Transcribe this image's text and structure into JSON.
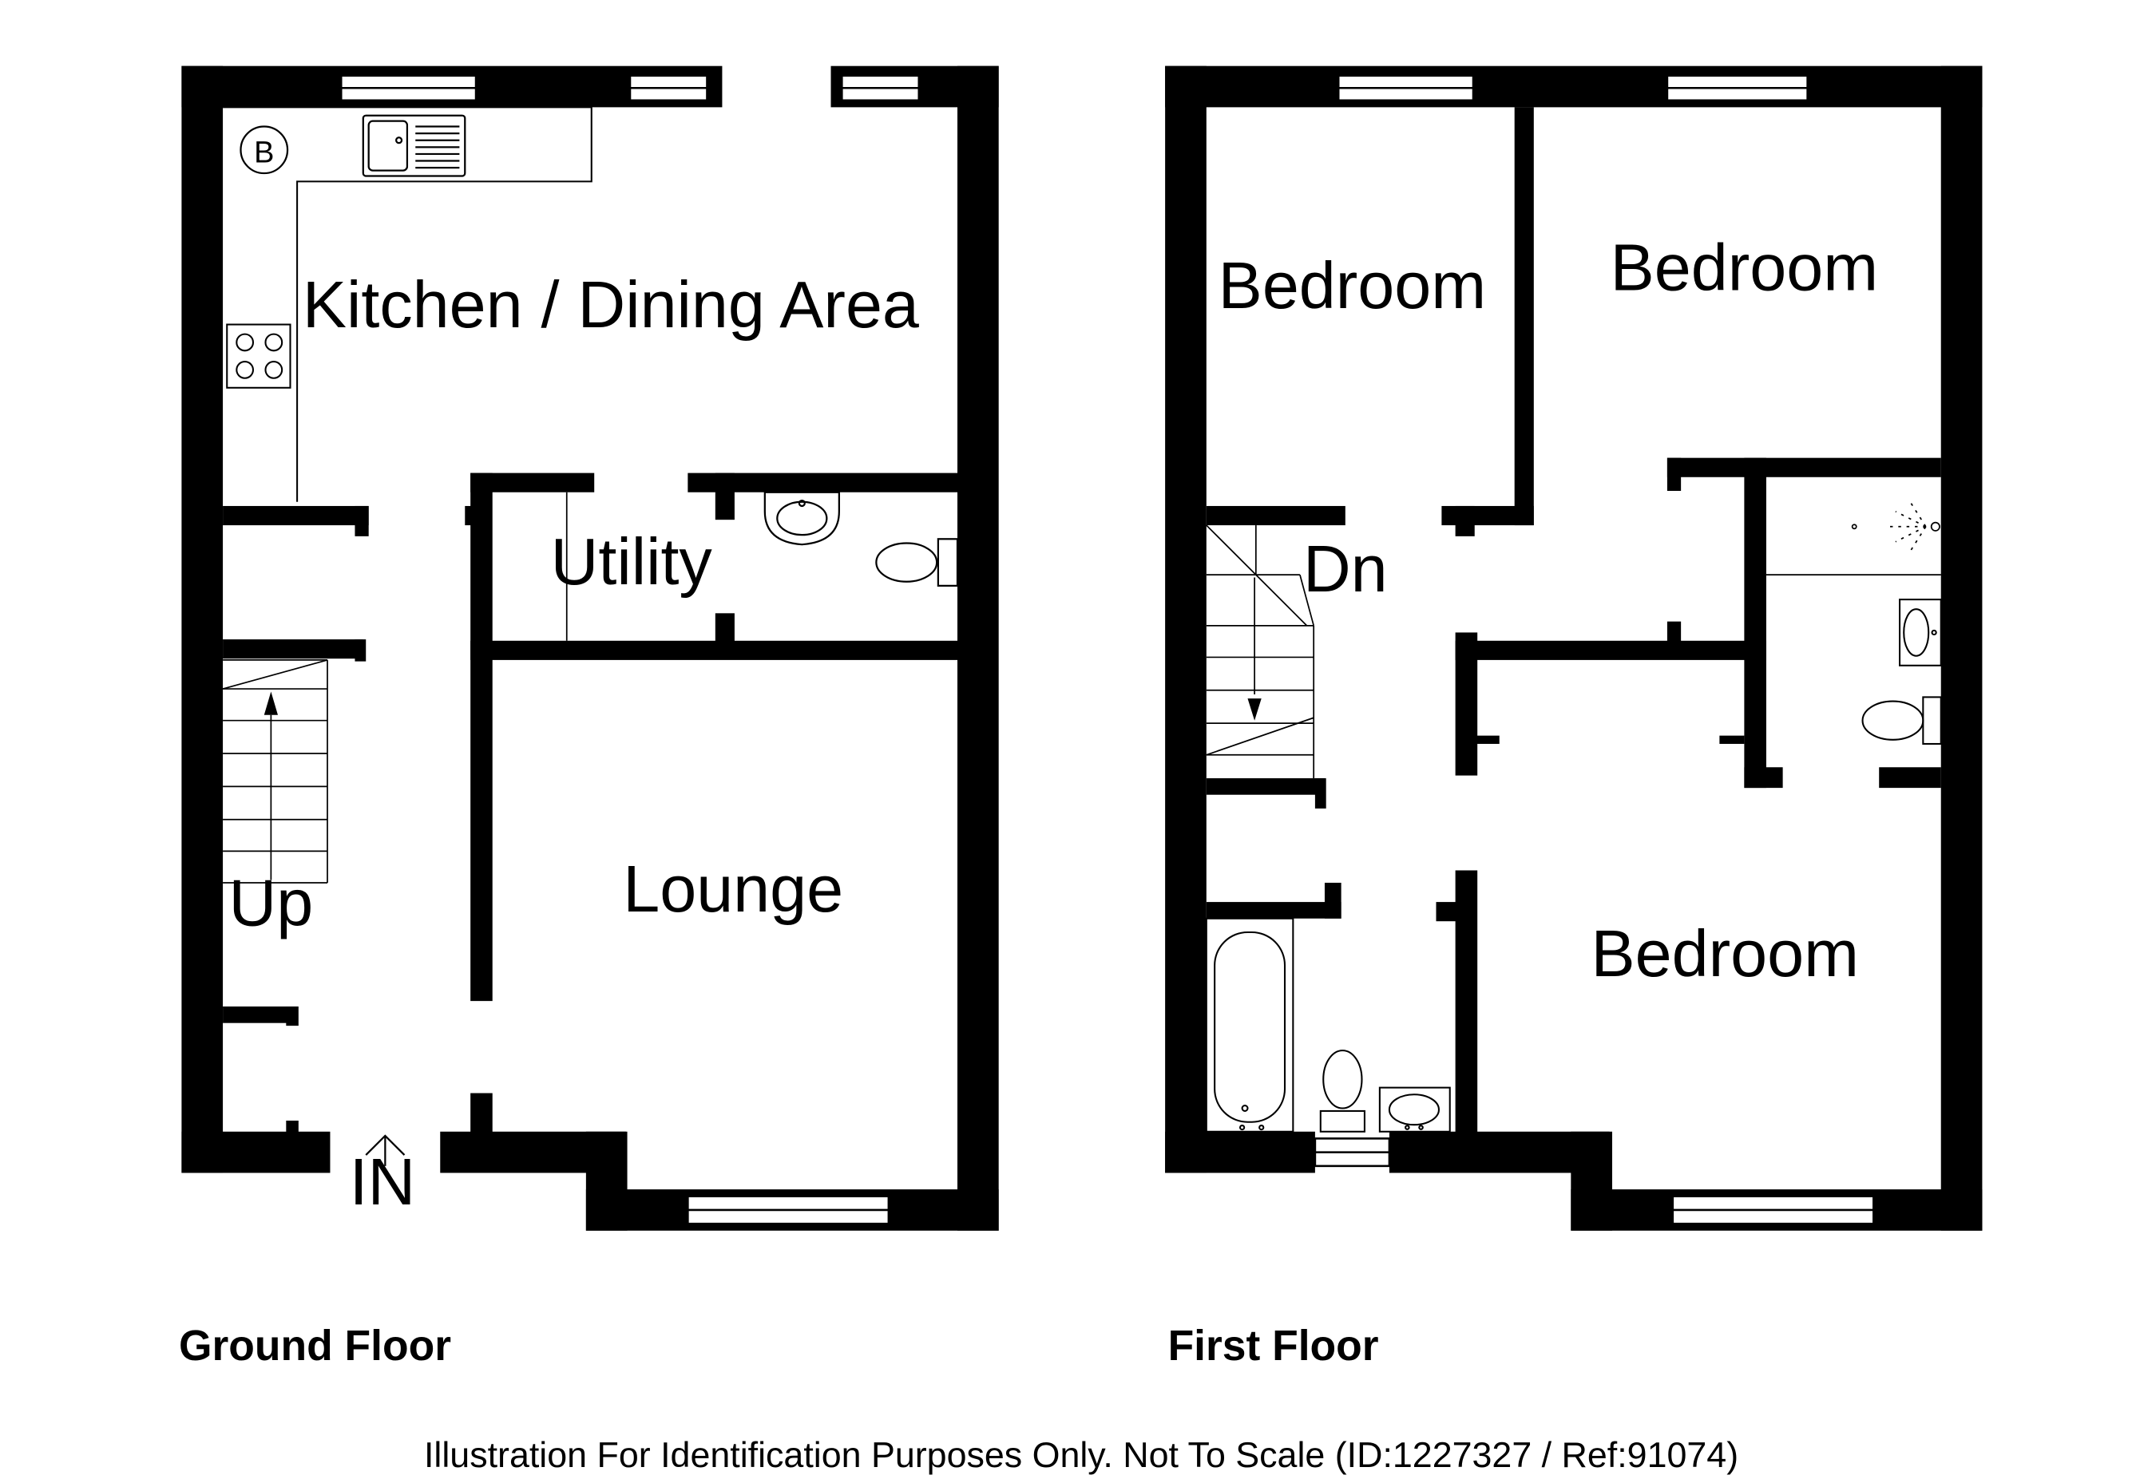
{
  "ground_floor": {
    "title": "Ground Floor",
    "rooms": {
      "kitchen": "Kitchen / Dining Area",
      "utility": "Utility",
      "lounge": "Lounge"
    },
    "stairs_label": "Up",
    "entrance_label": "IN",
    "boiler_symbol": "B"
  },
  "first_floor": {
    "title": "First Floor",
    "rooms": {
      "bedroom_1": "Bedroom",
      "bedroom_2": "Bedroom",
      "bedroom_3": "Bedroom"
    },
    "stairs_label": "Dn"
  },
  "disclaimer": "Illustration For Identification Purposes Only. Not To Scale (ID:1227327 / Ref:91074)",
  "colors": {
    "wall": "#000000",
    "background": "#ffffff",
    "window_glass": "#ffffff"
  }
}
